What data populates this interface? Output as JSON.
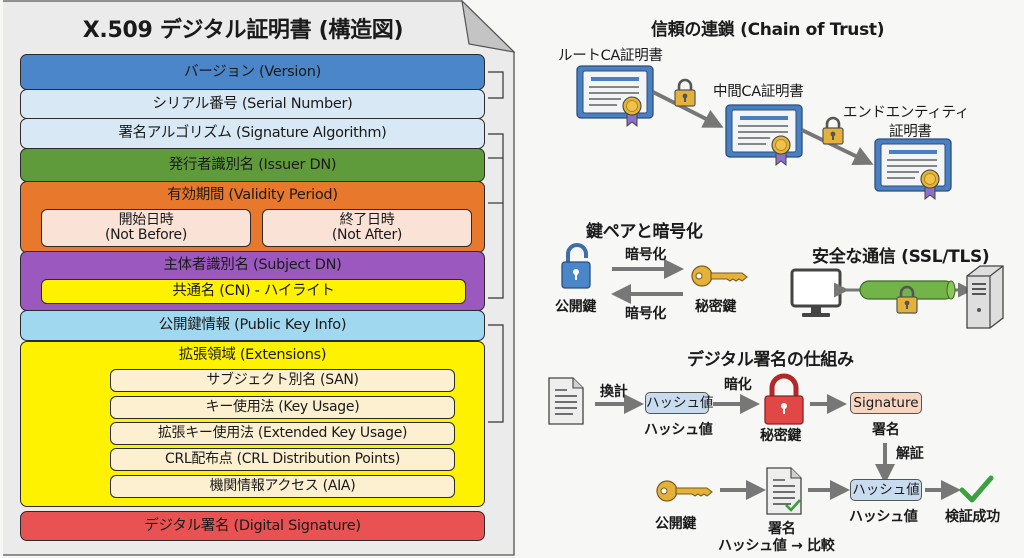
{
  "certificate_structure": {
    "title": "X.509 デジタル証明書 (構造図)",
    "fields": {
      "version": "バージョン (Version)",
      "serial_number": "シリアル番号 (Serial Number)",
      "signature_algorithm": "署名アルゴリズム (Signature Algorithm)",
      "issuer_dn": "発行者識別名 (Issuer DN)",
      "validity": {
        "label": "有効期間 (Validity Period)",
        "not_before": {
          "line1": "開始日時",
          "line2": "(Not Before)"
        },
        "not_after": {
          "line1": "終了日時",
          "line2": "(Not After)"
        }
      },
      "subject_dn": {
        "label": "主体者識別名 (Subject DN)",
        "common_name": "共通名 (CN) - ハイライト"
      },
      "public_key_info": "公開鍵情報 (Public Key Info)",
      "extensions": {
        "label": "拡張領域 (Extensions)",
        "items": [
          "サブジェクト別名 (SAN)",
          "キー使用法 (Key Usage)",
          "拡張キー使用法 (Extended Key Usage)",
          "CRL配布点 (CRL Distribution Points)",
          "機関情報アクセス (AIA)"
        ]
      },
      "digital_signature": "デジタル署名 (Digital Signature)"
    },
    "colors": {
      "version": "#4a86c8",
      "serial": "#d9e8f5",
      "issuer": "#5f9b3b",
      "validity": "#e8782c",
      "subject": "#9b59c0",
      "common_name": "#fff200",
      "public_key": "#9fd8ef",
      "extensions": "#fff200",
      "signature": "#e85252"
    }
  },
  "chain_of_trust": {
    "title": "信頼の連鎖 (Chain of Trust)",
    "root_ca": "ルートCA証明書",
    "intermediate_ca": "中間CA証明書",
    "end_entity_line1": "エンドエンティティ",
    "end_entity_line2": "証明書"
  },
  "key_pair": {
    "title": "鍵ペアと暗号化",
    "encrypt_top": "暗号化",
    "encrypt_bottom": "暗号化",
    "public_key": "公開鍵",
    "private_key": "秘密鍵"
  },
  "secure_comm": {
    "title": "安全な通信 (SSL/TLS)"
  },
  "digital_signature_flow": {
    "title": "デジタル署名の仕組み",
    "hash_step": "換計",
    "hash_box": "ハッシュ値",
    "hash_caption": "ハッシュ値",
    "encrypt_step": "暗化",
    "private_key": "秘密鍵",
    "signature_box": "Signature",
    "signature_caption": "署名",
    "verify_step": "解証",
    "public_key": "公開鍵",
    "signed_doc_line1": "署名",
    "signed_doc_line2": "ハッシュ値 → 比較",
    "hash_box2": "ハッシュ値",
    "hash_caption2": "ハッシュ値",
    "result": "検証成功"
  }
}
